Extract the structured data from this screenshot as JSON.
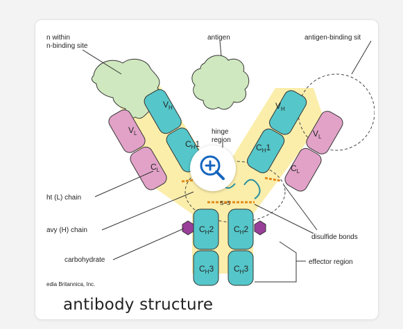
{
  "card": {
    "caption": "antibody structure"
  },
  "figure": {
    "labels": {
      "antigen_within_site": "n within",
      "antigen_within_site_2": "n-binding site",
      "antigen": "antigen",
      "antigen_binding_site": "antigen-binding sit",
      "hinge_region": "hinge",
      "hinge_region_2": "region",
      "light_chain": "ht (L) chain",
      "heavy_chain": "avy (H) chain",
      "carbohydrate": "carbohydrate",
      "disulfide_bonds": "disulfide bonds",
      "effector_region": "effector region",
      "credit": "edia Britannica, Inc."
    },
    "domains": {
      "vh": "V",
      "vh_sub": "H",
      "vl": "V",
      "vl_sub": "L",
      "ch1": "C",
      "ch1_sub": "H",
      "ch1_num": "1",
      "cl": "C",
      "cl_sub": "L",
      "ch2": "C",
      "ch2_sub": "H",
      "ch2_num": "2",
      "ch3": "C",
      "ch3_sub": "H",
      "ch3_num": "3",
      "ss": "S–S"
    }
  },
  "colors": {
    "heavy": "#55c6c9",
    "light": "#e2a2c8",
    "antigen": "#cfe8bf",
    "hinge_bg": "#fbeeab",
    "carb": "#9a3f99",
    "disulfide": "#e08a19"
  },
  "zoom": {
    "icon": "zoom-in-icon"
  }
}
